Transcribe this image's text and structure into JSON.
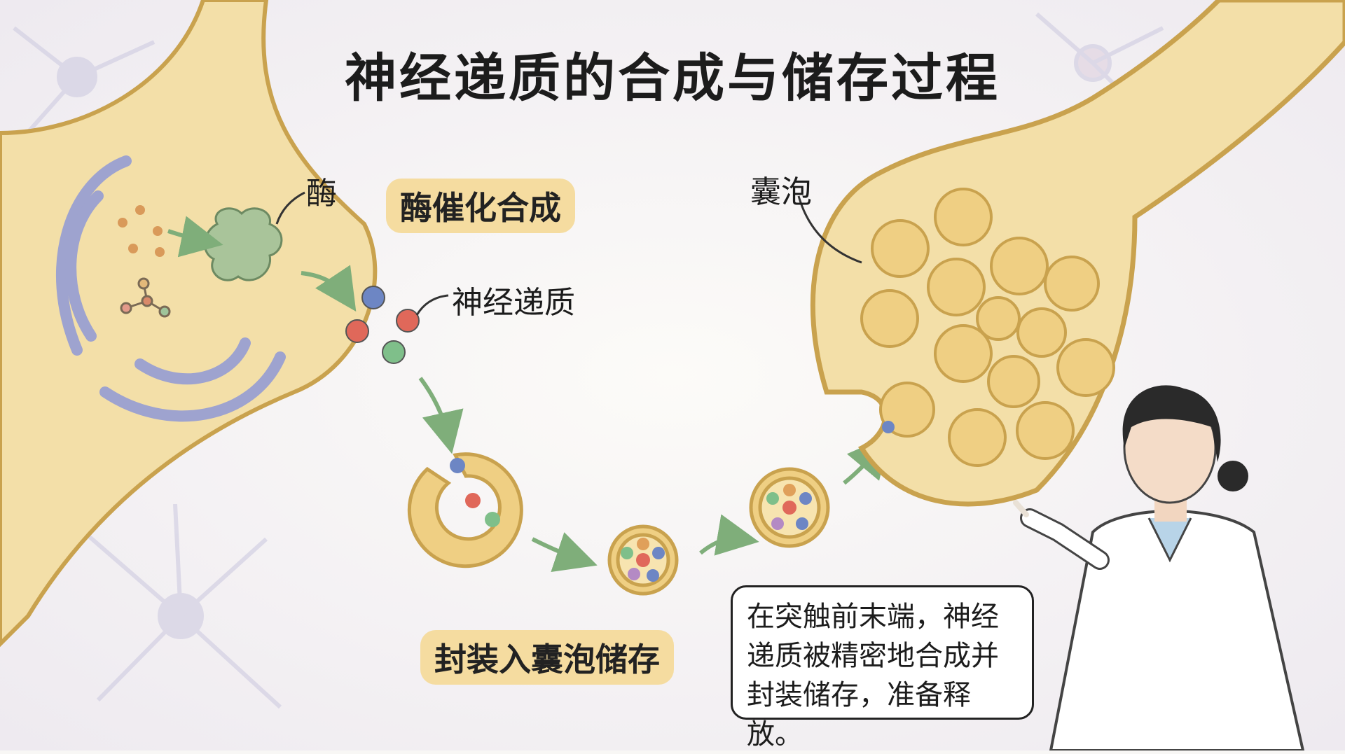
{
  "title": "神经递质的合成与储存过程",
  "labels": {
    "enzyme": "酶",
    "enzyme_catalysis": "酶催化合成",
    "neurotransmitter": "神经递质",
    "vesicle": "囊泡",
    "package_storage": "封装入囊泡储存"
  },
  "speech_bubble": {
    "text": "在突触前末端，神经递质被精密地合成并封装储存，准备释放。"
  },
  "colors": {
    "cell": "#f3dfa8",
    "cell_outline": "#c9a24e",
    "organelle": "#9ea3cf",
    "arrow": "#7fae7a",
    "pill": "#f5dca0"
  }
}
